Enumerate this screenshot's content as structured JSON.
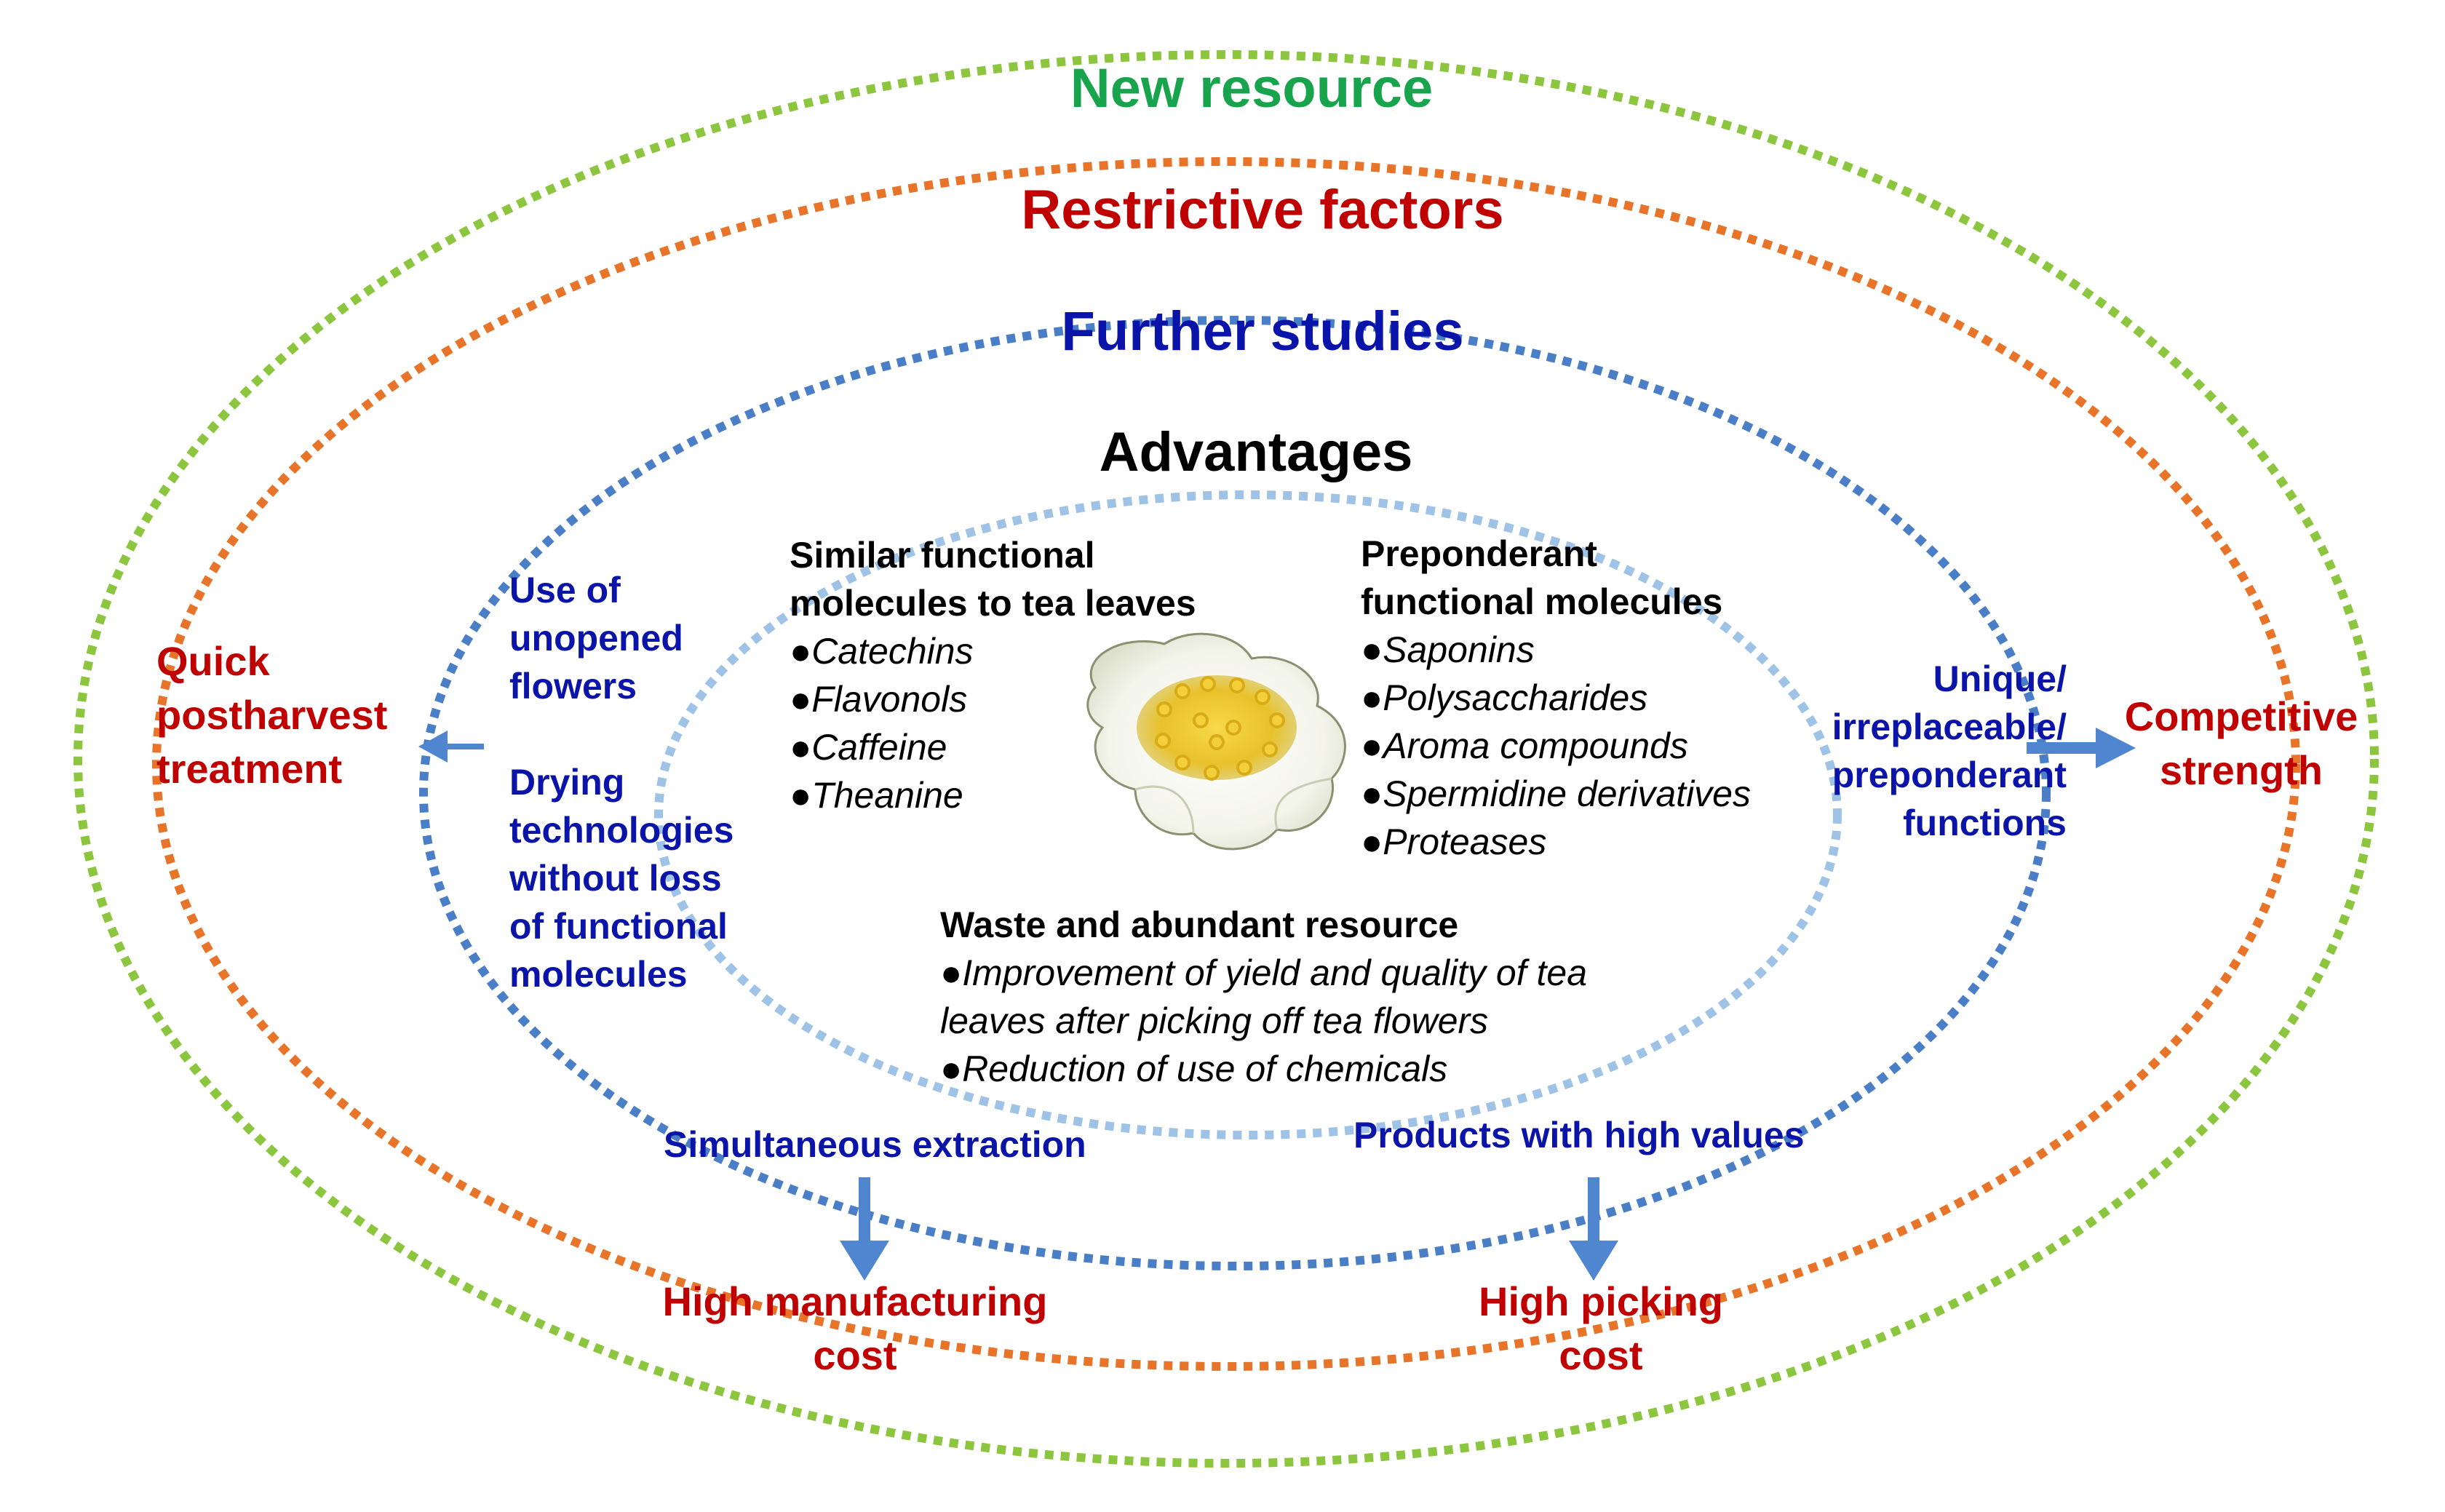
{
  "layers": {
    "new_resource": "New resource",
    "restrictive_factors": "Restrictive factors",
    "further_studies": "Further studies",
    "advantages": "Advantages"
  },
  "restrictive": {
    "left": [
      "Quick",
      "postharvest",
      "treatment"
    ],
    "right": [
      "Competitive",
      "strength"
    ],
    "bottom_left": [
      "High manufacturing",
      "cost"
    ],
    "bottom_right": [
      "High picking",
      "cost"
    ]
  },
  "studies": {
    "unopened": [
      "Use of",
      "unopened",
      "flowers"
    ],
    "drying": [
      "Drying",
      "technologies",
      "without loss",
      "of functional",
      "molecules"
    ],
    "unique": [
      "Unique/",
      "irreplaceable/",
      "preponderant",
      "functions"
    ],
    "extraction": "Simultaneous extraction",
    "products": "Products with high values"
  },
  "advantages": {
    "similar": {
      "title": [
        "Similar functional",
        "molecules to tea leaves"
      ],
      "items": [
        "Catechins",
        "Flavonols",
        "Caffeine",
        "Theanine"
      ]
    },
    "preponderant": {
      "title": [
        "Preponderant",
        "functional molecules"
      ],
      "items": [
        "Saponins",
        "Polysaccharides",
        "Aroma compounds",
        "Spermidine derivatives",
        "Proteases"
      ]
    },
    "waste": {
      "title": "Waste and abundant resource",
      "items": [
        [
          "Improvement of yield and quality of tea",
          "leaves after picking off tea flowers"
        ],
        [
          "Reduction of use of chemicals"
        ]
      ]
    }
  },
  "bullet": "●",
  "colors": {
    "green": "#17a44c",
    "red": "#c00000",
    "blue": "#0b14a8",
    "ring_green": "#8cc63f",
    "ring_orange": "#e8742a",
    "ring_blue": "#4a7fc8",
    "ring_lightblue": "#9fc2e7",
    "arrow": "#4f86cf"
  },
  "icons": {
    "center_image": "tea-flower-icon",
    "arrows": "arrow-icon"
  }
}
